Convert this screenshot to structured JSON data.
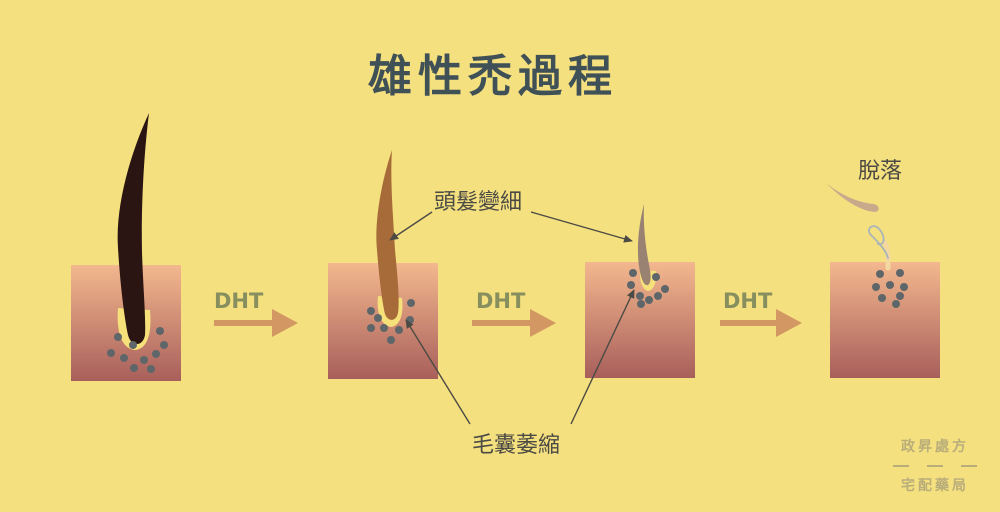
{
  "title": "雄性禿過程",
  "arrows": [
    {
      "label": "DHT"
    },
    {
      "label": "DHT"
    },
    {
      "label": "DHT"
    }
  ],
  "annotations": {
    "hair_thinning": "頭髮變細",
    "follicle_shrinking": "毛囊萎縮",
    "shedding": "脫落"
  },
  "watermark": {
    "line1": "政昇處方",
    "line2": "宅配藥局"
  },
  "colors": {
    "background": "#f4e07e",
    "title": "#3f5057",
    "arrow": "#d29762",
    "dht_text": "#888f5e",
    "skin_top": "#f3b88e",
    "skin_bottom": "#a85f5b",
    "follicle_dot": "#5e666a",
    "hair_stage1": "#2a1512",
    "hair_stage2": "#a66b38",
    "hair_stage3": "#9a8273",
    "hair_stage4": "#c8a98c"
  },
  "stages": [
    {
      "stage": 1,
      "hair": "thick-dark-hair"
    },
    {
      "stage": 2,
      "hair": "thinning-brown-hair"
    },
    {
      "stage": 3,
      "hair": "thin-hair"
    },
    {
      "stage": 4,
      "hair": "shed-hair"
    }
  ]
}
